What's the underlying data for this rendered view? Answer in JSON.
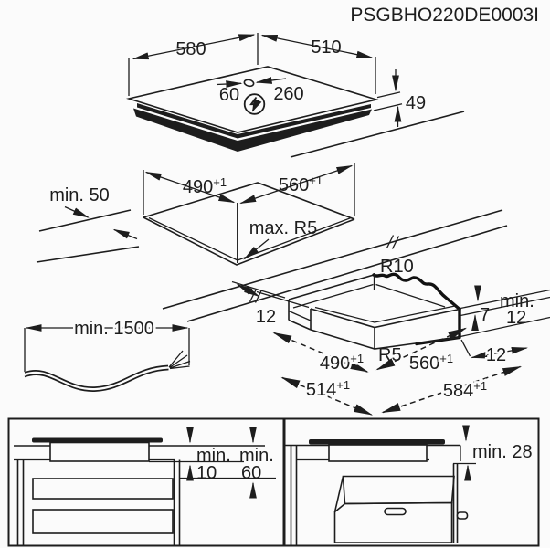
{
  "title": "PSGBHO220DE0003I",
  "colors": {
    "ink": "#1d1d1d",
    "bg": "#fbfbfb"
  },
  "hob_view": {
    "width": "580",
    "depth": "510",
    "cable_offset_left": "60",
    "cable_offset_right": "260",
    "height": "49",
    "power_icon": "lightning-bolt-circle"
  },
  "cutout_view": {
    "width": "490",
    "width_tol": "+1",
    "depth": "560",
    "depth_tol": "+1",
    "front_distance": "min. 50",
    "corner_radius": "max. R5"
  },
  "corner_view": {
    "outer_corner_radius": "R10",
    "inner_corner_radius": "R5",
    "edge_width_left": "12",
    "step_depth": "7",
    "min_label": "min.",
    "min_value": "12",
    "edge_width_right": "12",
    "cutout_width": "490",
    "cutout_width_tol": "+1",
    "cutout_depth": "560",
    "cutout_depth_tol": "+1",
    "outer_width": "514",
    "outer_width_tol": "+1",
    "outer_depth": "584",
    "outer_depth_tol": "+1"
  },
  "cable_view": {
    "length": "min. 1500"
  },
  "drawer_clearance_view": {
    "top_label": "min.",
    "top_value": "10",
    "bottom_label": "min.",
    "bottom_value": "60"
  },
  "oven_clearance_view": {
    "label": "min. 28"
  }
}
